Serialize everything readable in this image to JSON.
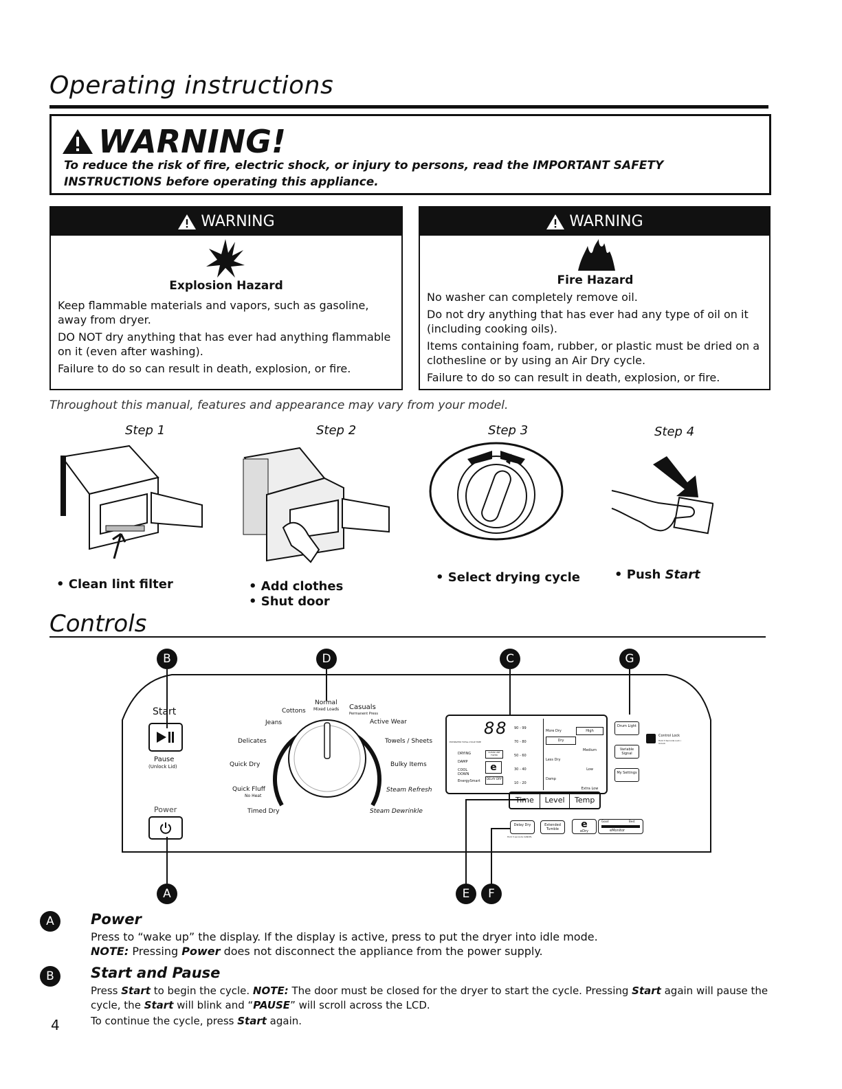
{
  "page": {
    "title": "Operating instructions",
    "number": "4"
  },
  "top_warning": {
    "heading": "WARNING!",
    "text": "To reduce the risk of fire, electric shock, or injury to persons, read the IMPORTANT SAFETY INSTRUCTIONS before operating this appliance."
  },
  "warning_boxes": [
    {
      "header": "WARNING",
      "subtitle": "Explosion Hazard",
      "paragraphs": [
        "Keep flammable materials and vapors, such as gasoline, away from dryer.",
        "DO NOT dry anything that has ever had anything flammable on it (even after washing).",
        "Failure to do so can result in death, explosion, or fire."
      ]
    },
    {
      "header": "WARNING",
      "subtitle": "Fire Hazard",
      "paragraphs": [
        "No washer can completely remove oil.",
        "Do not dry anything that has ever had any type of oil on it (including cooking oils).",
        "Items containing foam, rubber, or plastic must be dried on a clothesline or by using an Air Dry cycle.",
        "Failure to do so can result in death, explosion, or fire."
      ]
    }
  ],
  "model_note": "Throughout this manual, features and appearance may vary from your model.",
  "steps": [
    {
      "label": "Step 1",
      "bullets": [
        "Clean lint filter"
      ]
    },
    {
      "label": "Step 2",
      "bullets": [
        "Add clothes",
        "Shut door"
      ]
    },
    {
      "label": "Step 3",
      "bullets": [
        "Select drying cycle"
      ]
    },
    {
      "label": "Step 4",
      "bullet_prefix": "Push ",
      "bullet_italic": "Start"
    }
  ],
  "controls": {
    "title": "Controls",
    "callouts": [
      "A",
      "B",
      "C",
      "D",
      "E",
      "F",
      "G"
    ],
    "panel": {
      "start_label": "Start",
      "pause_label": "Pause",
      "pause_sub": "(Unlock Lid)",
      "power_label": "Power",
      "cycles": {
        "normal": "Normal",
        "mixed_loads": "Mixed Loads",
        "casuals": "Casuals",
        "perm_press": "Permanent Press",
        "cottons": "Cottons",
        "jeans": "Jeans",
        "active_wear": "Active Wear",
        "delicates": "Delicates",
        "towels": "Towels / Sheets",
        "quick_dry": "Quick Dry",
        "bulky": "Bulky Items",
        "quick_fluff": "Quick Fluff",
        "no_heat": "No Heat",
        "steam_refresh": "Steam Refresh",
        "timed_dry": "Timed Dry",
        "steam_dewrinkle": "Steam Dewrinkle"
      },
      "display": {
        "digits": "88",
        "est_time": "ESTIMATED TOTAL CYCLE TIME",
        "status": [
          "DRYING",
          "DAMP",
          "COOL DOWN",
          "EnergySmart"
        ],
        "buttons": [
          "CLEAN LINT FILTER",
          "DELAY DRY"
        ],
        "time_values": [
          "90 - 99",
          "70 - 80",
          "50 - 60",
          "30 - 40",
          "10 - 20"
        ],
        "level_values": [
          "More Dry",
          "Dry",
          "Less Dry",
          "Damp"
        ],
        "temp_values": [
          "High",
          "Medium",
          "Low",
          "Extra Low"
        ],
        "tabs": [
          "Time",
          "Level",
          "Temp"
        ]
      },
      "right_buttons": [
        "Drum Light",
        "Variable Signal",
        "My Settings"
      ],
      "control_lock": "Control Lock",
      "control_lock_sub": "Hold 3 Seconds Lock / Unlock",
      "bottom_buttons": [
        "Delay Dry",
        "Extended Tumble",
        "eDry"
      ],
      "bottom_sub": "Hold 3 seconds CANCEL",
      "emonitor": "eMonitor",
      "emonitor_good": "Good",
      "emonitor_best": "Best"
    }
  },
  "sections": [
    {
      "letter": "A",
      "title": "Power",
      "line1": "Press to “wake up” the display. If the display is active, press to put the dryer into idle mode.",
      "note_label": "NOTE:",
      "note_pre": " Pressing ",
      "note_bold": "Power",
      "note_post": " does not disconnect the appliance from the power supply."
    },
    {
      "letter": "B",
      "title": "Start and Pause",
      "p1": "Press ",
      "p1b": "Start",
      "p2": " to begin the cycle. ",
      "p2b": "NOTE:",
      "p3": " The door must be closed for the dryer to start the cycle. Pressing ",
      "p3b": "Start",
      "p4": " again will pause the cycle, the ",
      "p4b": "Start",
      "p5": " will blink and “",
      "p5b": "PAUSE",
      "p6": "” will scroll across the LCD.",
      "c1": "To continue the cycle, press ",
      "c1b": "Start",
      "c2": " again."
    }
  ]
}
